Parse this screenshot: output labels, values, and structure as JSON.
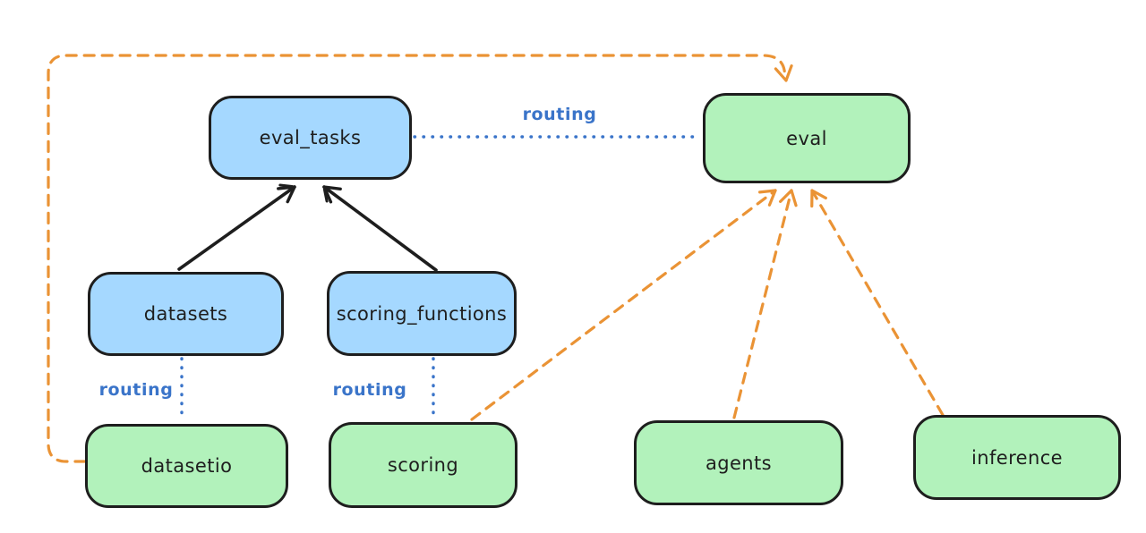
{
  "diagram": {
    "nodes": [
      {
        "id": "eval_tasks",
        "label": "eval_tasks",
        "kind": "api"
      },
      {
        "id": "eval",
        "label": "eval",
        "kind": "provider"
      },
      {
        "id": "datasets",
        "label": "datasets",
        "kind": "api"
      },
      {
        "id": "scoring_functions",
        "label": "scoring_functions",
        "kind": "api"
      },
      {
        "id": "datasetio",
        "label": "datasetio",
        "kind": "provider"
      },
      {
        "id": "scoring",
        "label": "scoring",
        "kind": "provider"
      },
      {
        "id": "agents",
        "label": "agents",
        "kind": "provider"
      },
      {
        "id": "inference",
        "label": "inference",
        "kind": "provider"
      }
    ],
    "edge_labels": [
      {
        "text": "routing"
      },
      {
        "text": "routing"
      },
      {
        "text": "routing"
      }
    ],
    "edges": [
      {
        "from": "datasets",
        "to": "eval_tasks",
        "style": "solid-black-arrow"
      },
      {
        "from": "scoring_functions",
        "to": "eval_tasks",
        "style": "solid-black-arrow"
      },
      {
        "from": "eval_tasks",
        "to": "eval",
        "style": "dotted-blue",
        "label": "routing"
      },
      {
        "from": "datasets",
        "to": "datasetio",
        "style": "dotted-blue",
        "label": "routing"
      },
      {
        "from": "scoring_functions",
        "to": "scoring",
        "style": "dotted-blue",
        "label": "routing"
      },
      {
        "from": "datasetio",
        "to": "eval",
        "style": "dashed-orange-arrow"
      },
      {
        "from": "scoring",
        "to": "eval",
        "style": "dashed-orange-arrow"
      },
      {
        "from": "agents",
        "to": "eval",
        "style": "dashed-orange-arrow"
      },
      {
        "from": "inference",
        "to": "eval",
        "style": "dashed-orange-arrow"
      }
    ],
    "colors": {
      "api_fill": "#a5d8ff",
      "provider_fill": "#b2f2bb",
      "node_stroke": "#1e1e1e",
      "routing_blue": "#3a74c9",
      "orange": "#ea9335",
      "background": "#ffffff"
    }
  }
}
